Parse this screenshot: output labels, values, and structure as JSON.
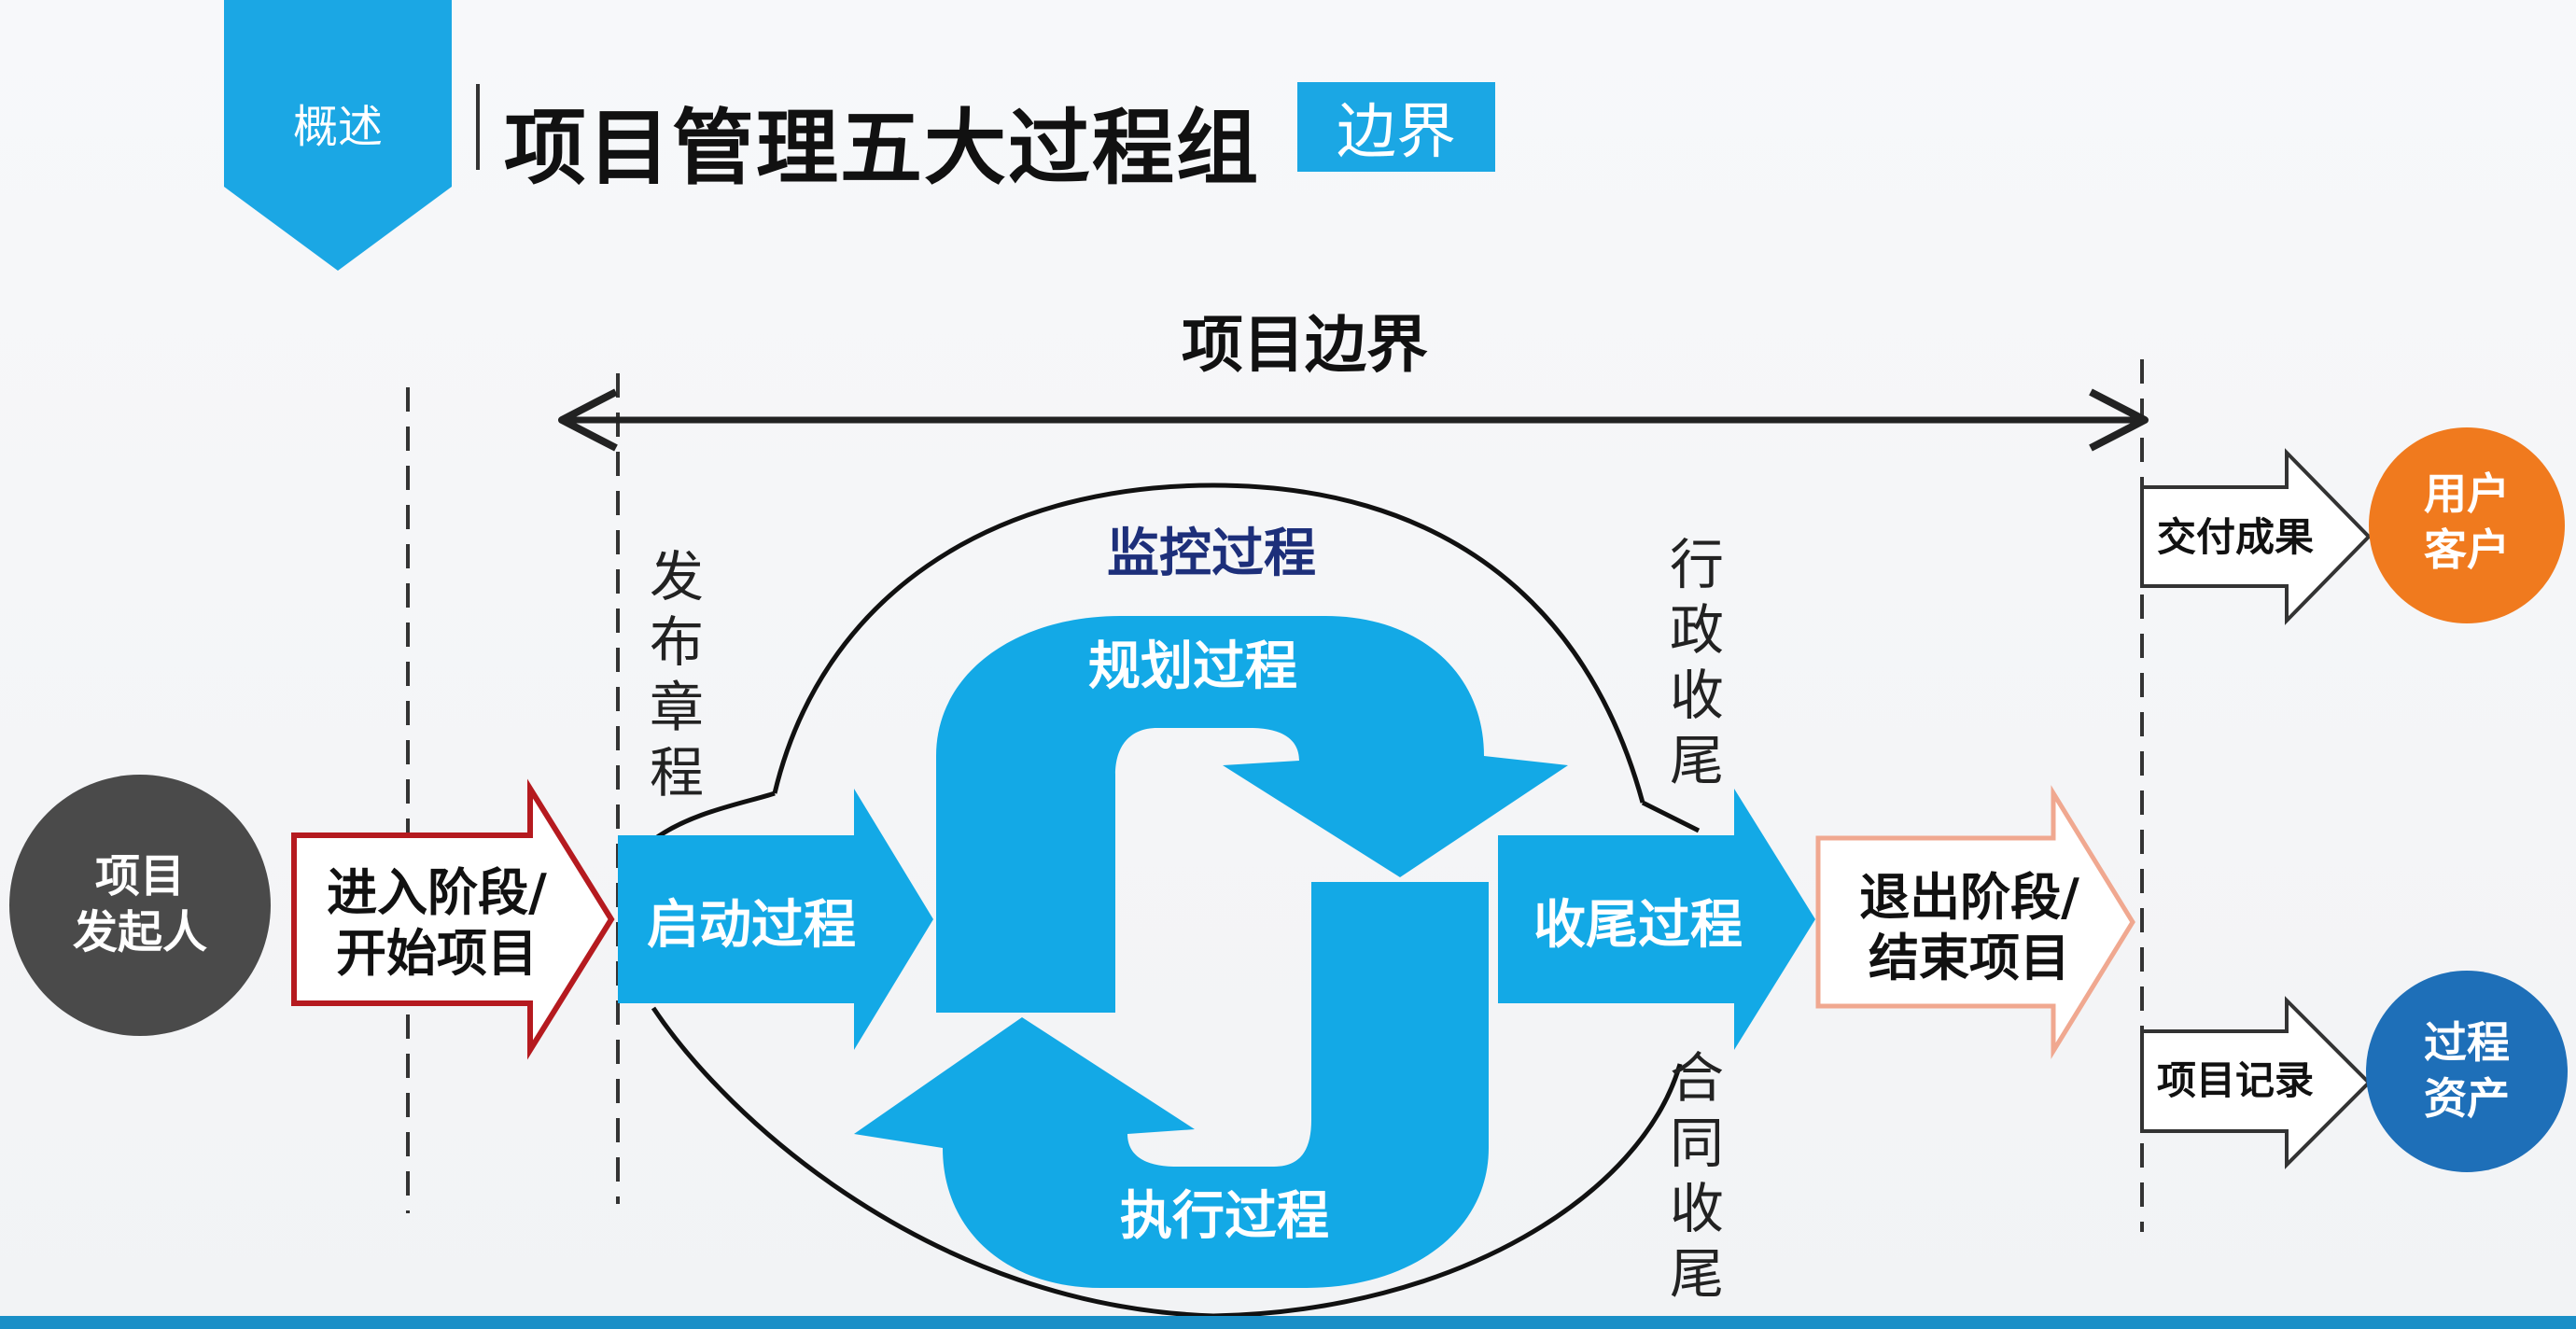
{
  "header": {
    "badge": "概述",
    "title": "项目管理五大过程组",
    "tag": "边界"
  },
  "diagram": {
    "boundary_label": "项目边界",
    "sponsor": [
      "项目",
      "发起人"
    ],
    "enter": [
      "进入阶段/",
      "开始项目"
    ],
    "charter": [
      "发",
      "布",
      "章",
      "程"
    ],
    "initiating": "启动过程",
    "monitoring": "监控过程",
    "planning": "规划过程",
    "executing": "执行过程",
    "closing": "收尾过程",
    "admin_close": [
      "行",
      "政",
      "收",
      "尾"
    ],
    "contract_close": [
      "合",
      "同",
      "收",
      "尾"
    ],
    "exit": [
      "退出阶段/",
      "结束项目"
    ],
    "deliver": "交付成果",
    "customer": [
      "用户",
      "客户"
    ],
    "records": "项目记录",
    "assets": [
      "过程",
      "资产"
    ]
  },
  "colors": {
    "blue": "#13a9e6",
    "dark_circle": "#4a4a4a",
    "red_outline": "#b51a1f",
    "orange_outline": "#f0a890",
    "orange_circle": "#f07a1e",
    "navy_circle": "#1e6fb8",
    "monitor_text": "#1d2f7a"
  }
}
